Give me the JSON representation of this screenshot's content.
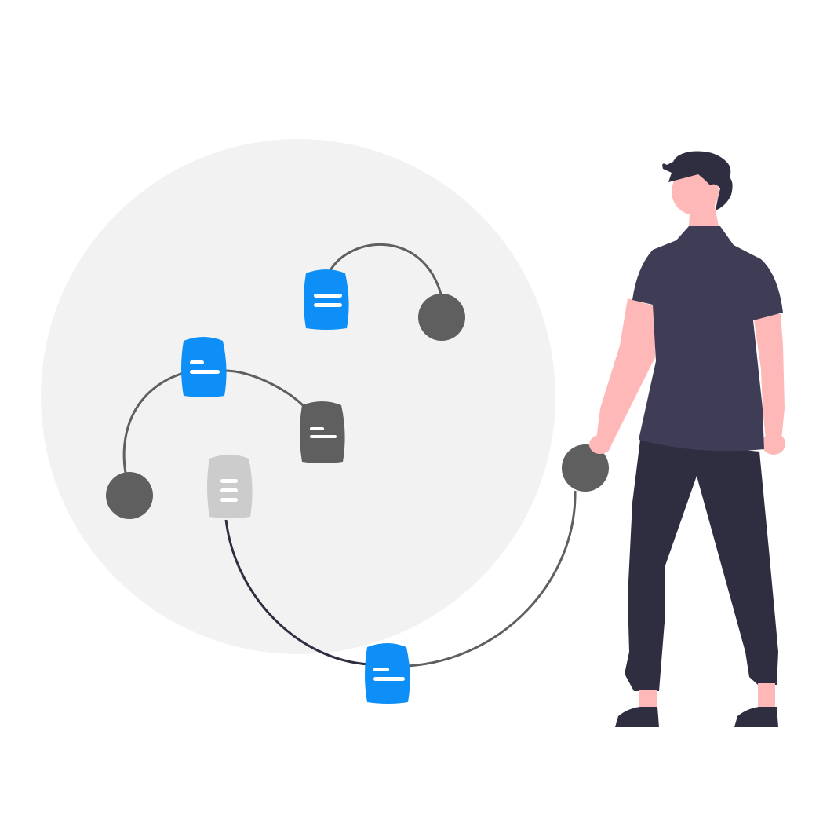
{
  "colors": {
    "background": "#ffffff",
    "backdrop_circle": "#f2f2f2",
    "accent_blue": "#0d8ff7",
    "node_gray": "#5f5f5f",
    "doc_dark": "#5f5f5f",
    "doc_light": "#cccccc",
    "doc_lines_light": "#ffffff",
    "connector_line": "#5f5f5f",
    "connector_line_dark": "#2f2e41",
    "skin": "#ffb8b8",
    "hair": "#2f2e41",
    "shirt": "#3f3d56",
    "pants": "#2f2e41",
    "shoes": "#2f2e41"
  },
  "illustration": {
    "subject": "person-with-document-network-icon",
    "elements": [
      "backdrop-circle",
      "document-icon",
      "node-circle",
      "connector-arc",
      "person-figure"
    ]
  }
}
